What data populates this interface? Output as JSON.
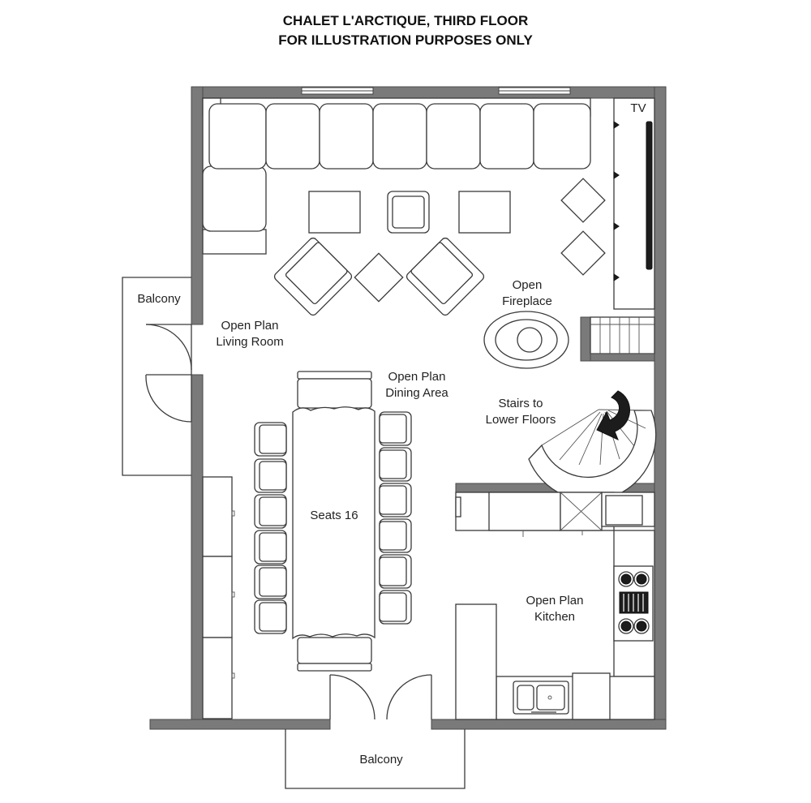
{
  "title": {
    "line1": "CHALET L'ARCTIQUE, THIRD FLOOR",
    "line2": "FOR ILLUSTRATION PURPOSES ONLY"
  },
  "labels": {
    "tv": "TV",
    "balcony_west": "Balcony",
    "living_line1": "Open Plan",
    "living_line2": "Living Room",
    "fireplace_line1": "Open",
    "fireplace_line2": "Fireplace",
    "dining_line1": "Open Plan",
    "dining_line2": "Dining Area",
    "stairs_line1": "Stairs to",
    "stairs_line2": "Lower Floors",
    "table": "Seats 16",
    "kitchen_line1": "Open Plan",
    "kitchen_line2": "Kitchen",
    "balcony_south": "Balcony"
  },
  "icons": {
    "door": "double-door-icon",
    "arrow": "curved-arrow-icon",
    "hob": "cooktop-icon",
    "sink": "sink-icon"
  }
}
